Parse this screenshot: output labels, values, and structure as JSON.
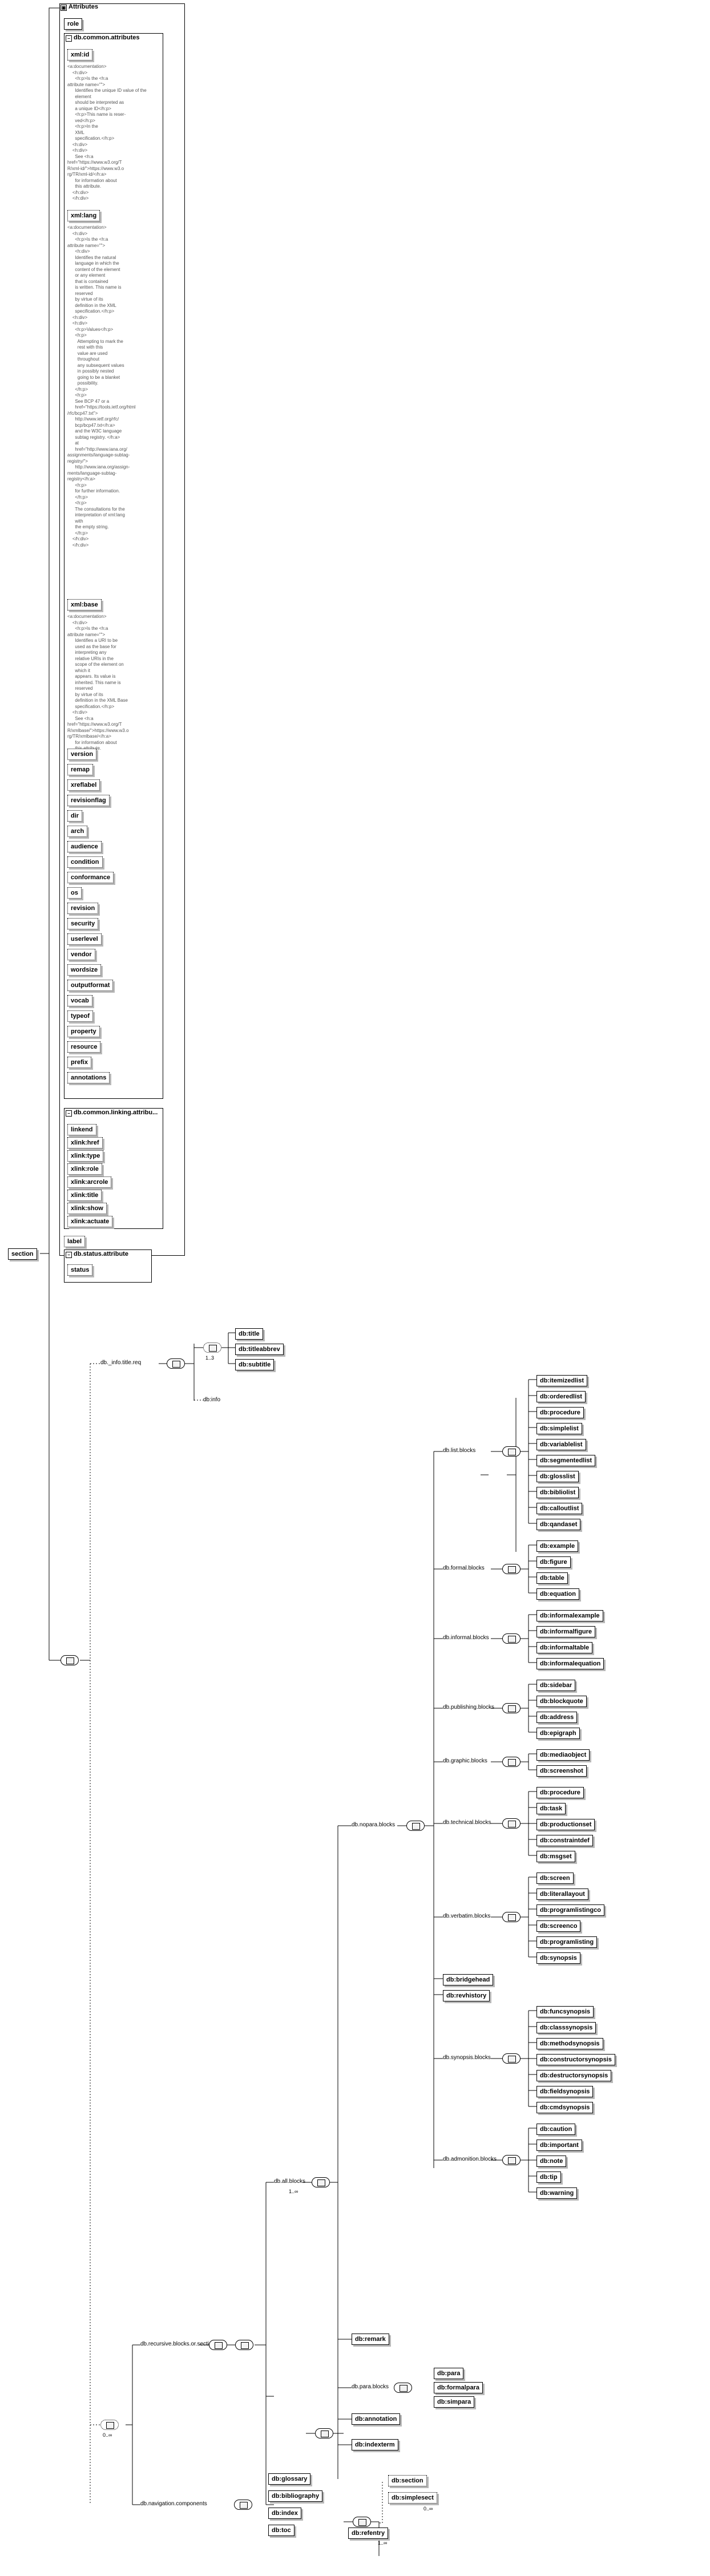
{
  "root": {
    "label": "section"
  },
  "attributes_group": {
    "title": "Attributes",
    "role": "role"
  },
  "common_attributes": {
    "title": "db.common.attributes",
    "xmlid": "xml:id",
    "xmlid_doc": "<a:documentation>\n    <h:div>\n      <h:p>Is the <h:a\nattribute name=\"\">\n      Identifies the unique ID value of the\n      element\n      should be interpreted as\n      a unique ID</h:p>\n      <h:p>This name is reser-\n      ved</h:p>\n      <h:p>In the\n      XML\n      specification.</h:p>\n    <h:div>\n    <h:div>\n      See <h:a\nhref=\"https://www.w3.org/T\nR/xml-id/\">https://www.w3.o\nrg/TR/xml-id/</h:a>\n      for information about\n      this attribute.\n    </h:div>\n    </h:div>",
    "xmllang": "xml:lang",
    "xmllang_doc": "<a:documentation>\n    <h:div>\n      <h:p>Is the <h:a\nattribute name=\"\">\n      <h:div>\n      Identifies the natural\n      language in which the\n      content of the element\n      or any element\n      that is contained\n      is written. This name is\n      reserved\n      by virtue of its\n      definition in the XML\n      specification.</h:p>\n    <h:div>\n    <h:div>\n      <h:p>Values</h:p>\n      <h:p>\n        Attempting to mark the\n        rest with this\n        value are used\n        throughout\n        any subsequent values\n        in possibly nested\n        going to be a blanket\n        possibility.\n      </h:p>\n      <h:p>\n      See BCP 47 or a\n      href=\"https://tools.ietf.org/html\n/rfc/bcp47.txt\">\n      http://www.ietf.org/rfc/\n      bcp/bcp47.txt</h:a>\n      and the W3C language\n      subtag registry. </h:a>\n      at\n      href=\"http://www.iana.org/\nassignments/language-subtag-\nregistry/\">\n      http://www.iana.org/assign-\nments/language-subtag-\nregistry</h:a>\n      <h:p>\n      for further information.\n      </h:p>\n      <h:p>\n      The consultations for the\n      interpretation of xml:lang\n      with\n      the empty string.\n      </h:p>\n    </h:div>\n    </h:div>",
    "xmlbase": "xml:base",
    "xmlbase_doc": "<a:documentation>\n    <h:div>\n      <h:p>Is the <h:a\nattribute name=\"\">\n      Identifies a URI to be\n      used as the base for\n      interpreting any\n      relative URIs in the\n      scope of the element on\n      which it\n      appears. Its value is\n      inherited. This name is\n      reserved\n      by virtue of its\n      definition in the XML Base\n      specification.</h:p>\n    <h:div>\n      See <h:a\nhref=\"https://www.w3.org/T\nR/xmlbase/\">https://www.w3.o\nrg/TR/xmlbase/</h:a>\n      for information about\n      this attribute.\n    </h:div>\n    </h:div>",
    "attrs": [
      "version",
      "remap",
      "xreflabel",
      "revisionflag",
      "dir",
      "arch",
      "audience",
      "condition",
      "conformance",
      "os",
      "revision",
      "security",
      "userlevel",
      "vendor",
      "wordsize",
      "outputformat",
      "vocab",
      "typeof",
      "property",
      "resource",
      "prefix",
      "annotations"
    ]
  },
  "linking_attributes": {
    "title": "db.common.linking.attribu...",
    "attrs": [
      "linkend",
      "xlink:href",
      "xlink:type",
      "xlink:role",
      "xlink:arcrole",
      "xlink:title",
      "xlink:show",
      "xlink:actuate"
    ]
  },
  "label_attr": "label",
  "status_group": {
    "title": "db.status.attribute",
    "attr": "status"
  },
  "info_section": {
    "ref": "db._info.title.req",
    "card": "1..3",
    "items": [
      "db:title",
      "db:titleabbrev",
      "db:subtitle"
    ],
    "info": "db:info"
  },
  "structure": {
    "toplevel_sections": "db.recursive.blocks.or.sections",
    "navigation": "db.navigation.components",
    "all_blocks": "db.all.blocks",
    "all_blocks_card": "1..∞",
    "toplevel_card": "0..∞",
    "nav_items": [
      "db:glossary",
      "db:bibliography",
      "db:index",
      "db:toc"
    ],
    "para_blocks": "db.para.blocks",
    "para_items": [
      "db:para",
      "db:formalpara",
      "db:simpara"
    ],
    "extra_blocks": [
      "db:remark",
      "db:annotation",
      "db:indexterm"
    ],
    "section_items": [
      "db:section",
      "db:simplesect"
    ],
    "section_card": "0..∞",
    "refentry": "db:refentry",
    "refentry_card": "1..∞"
  },
  "noninline": {
    "ref": "db.nopara.blocks",
    "groups": [
      {
        "ref": "db.list.blocks",
        "items": [
          "db:itemizedlist",
          "db:orderedlist",
          "db:procedure",
          "db:simplelist",
          "db:variablelist",
          "db:segmentedlist",
          "db:glosslist",
          "db:bibliolist",
          "db:calloutlist",
          "db:qandaset"
        ]
      },
      {
        "ref": "db.formal.blocks",
        "items": [
          "db:example",
          "db:figure",
          "db:table",
          "db:equation"
        ]
      },
      {
        "ref": "db.informal.blocks",
        "items": [
          "db:informalexample",
          "db:informalfigure",
          "db:informaltable",
          "db:informalequation"
        ]
      },
      {
        "ref": "db.publishing.blocks",
        "items": [
          "db:sidebar",
          "db:blockquote",
          "db:address",
          "db:epigraph"
        ]
      },
      {
        "ref": "db.graphic.blocks",
        "items": [
          "db:mediaobject",
          "db:screenshot"
        ]
      },
      {
        "ref": "db.technical.blocks",
        "items": [
          "db:procedure",
          "db:task",
          "db:productionset",
          "db:constraintdef",
          "db:msgset"
        ]
      },
      {
        "ref": "db.verbatim.blocks",
        "items": [
          "db:screen",
          "db:literallayout",
          "db:programlistingco",
          "db:screenco",
          "db:programlisting",
          "db:synopsis"
        ]
      },
      {
        "ref": "db.bridgehead",
        "items": []
      },
      {
        "ref": "db.revhistory",
        "items": []
      },
      {
        "ref": "db.synopsis.blocks",
        "items": [
          "db:funcsynopsis",
          "db:classsynopsis",
          "db:methodsynopsis",
          "db:constructorsynopsis",
          "db:destructorsynopsis",
          "db:fieldsynopsis",
          "db:cmdsynopsis"
        ]
      },
      {
        "ref": "db.admonition.blocks",
        "items": [
          "db:caution",
          "db:important",
          "db:note",
          "db:tip",
          "db:warning"
        ]
      }
    ],
    "bridgehead_node": "db:bridgehead",
    "revhistory_node": "db:revhistory"
  }
}
